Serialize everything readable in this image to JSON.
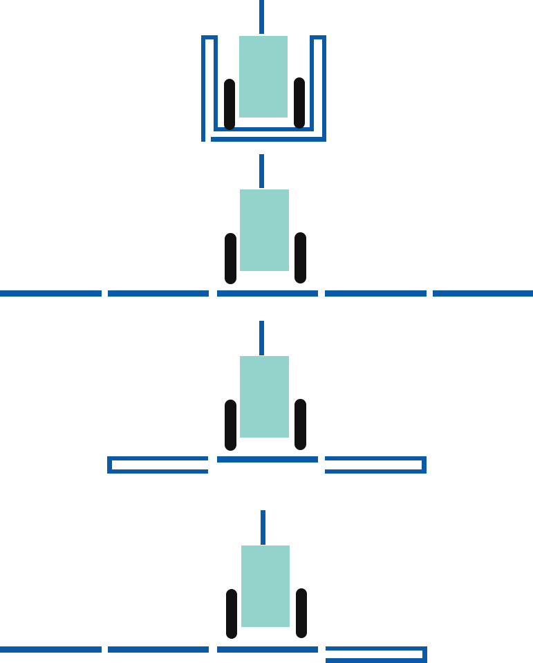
{
  "colors": {
    "background": "#ffffff",
    "track": "#0a5aa8",
    "robot_body": "#93d3cc",
    "wheel": "#111111",
    "antenna": "#0a5aa8"
  },
  "panels": [
    {
      "id": "enclosed",
      "description_visible": false,
      "track_style": "u-shaped-double-wall"
    },
    {
      "id": "full-line",
      "description_visible": false,
      "track_style": "segmented-line"
    },
    {
      "id": "folded-ends",
      "description_visible": false,
      "track_style": "short-segments-with-folded-ends"
    },
    {
      "id": "right-fold",
      "description_visible": false,
      "track_style": "segmented-line-with-right-fold"
    }
  ]
}
